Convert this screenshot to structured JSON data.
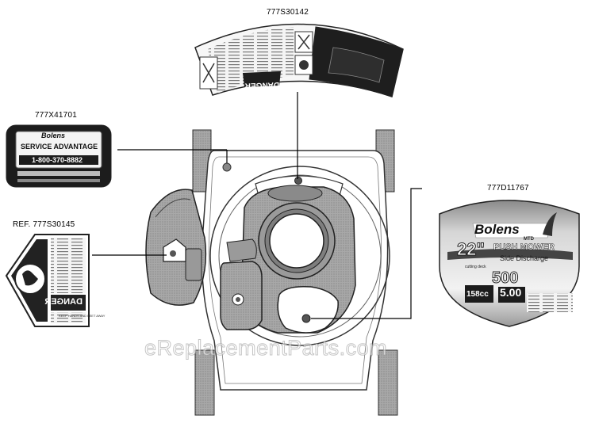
{
  "part_labels": {
    "top_decal": "777S30142",
    "left_upper_decal": "777X41701",
    "left_lower_decal": "REF. 777S30145",
    "right_decal": "777D11767"
  },
  "decal_777X41701": {
    "brand": "Bolens",
    "line1": "SERVICE ADVANTAGE",
    "line2": "1-800-370-8882"
  },
  "decal_777S30142": {
    "warning_word": "DANGER"
  },
  "decal_777S30145": {
    "warning_word": "DANGER",
    "fine_print": "KEEP HANDS AND FEET AWAY"
  },
  "decal_777D11767": {
    "brand": "Bolens",
    "brand_sub": "MTD",
    "size": "22\"",
    "model": "PUSH MOWER",
    "subtitle": "Side Discharge",
    "cutting_deck": "cutting deck",
    "series": "500",
    "engine_disp": "158cc",
    "torque": "5.00"
  },
  "watermark": "eReplacementParts.com",
  "colors": {
    "line": "#000000",
    "decal_dark": "#1a1a1a",
    "part_fill": "#9a9a9a",
    "part_dark": "#555555"
  }
}
